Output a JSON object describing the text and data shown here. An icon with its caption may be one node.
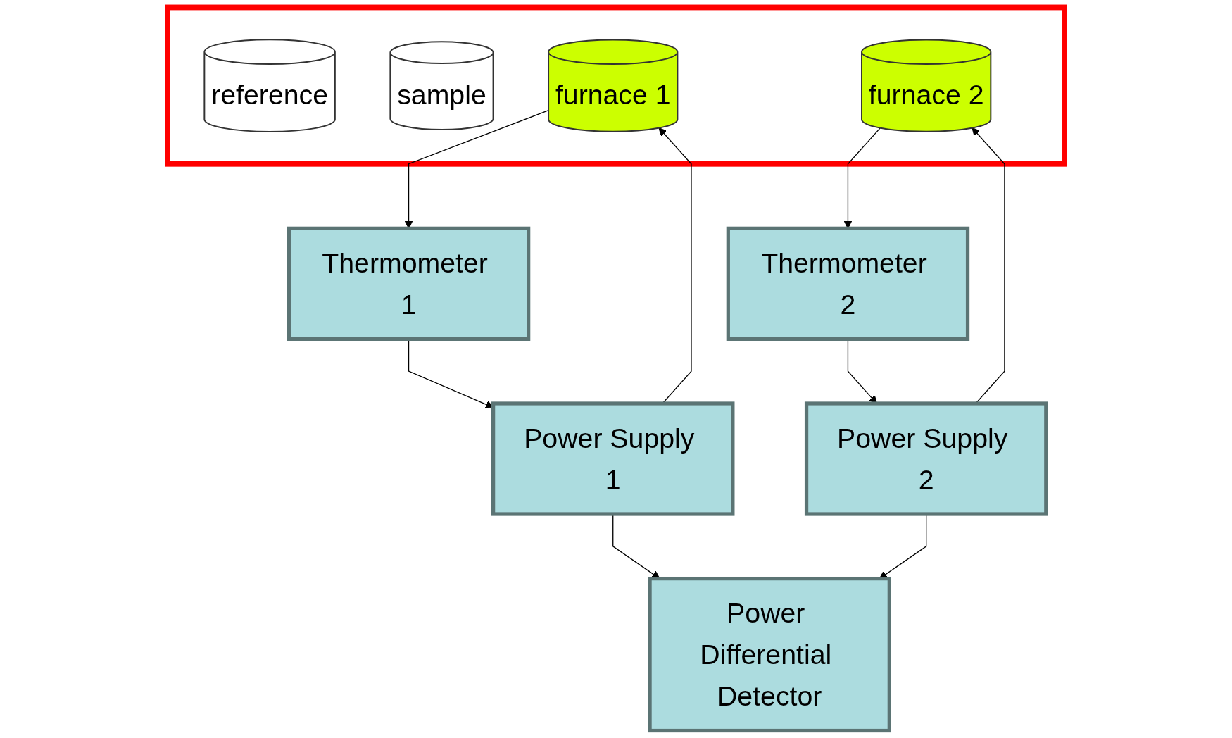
{
  "diagram": {
    "nodes": [
      {
        "text": [],
        "shape": "box"
      },
      {
        "text": [
          "reference"
        ],
        "in": 0
      },
      {
        "text": [
          "sample"
        ],
        "in": 0
      },
      {
        "text": [
          "furnace 1"
        ],
        "in": 0
      },
      {
        "text": [
          "furnace 2"
        ],
        "in": 0
      },
      {
        "text": [
          "Thermometer 1"
        ]
      },
      {
        "text": [
          "Thermometer 2"
        ]
      },
      {
        "text": [
          "Power Supply 1"
        ]
      },
      {
        "text": [
          "Power Supply 2"
        ]
      },
      {
        "text": [
          "Power Differential Detector"
        ]
      }
    ],
    "edges": [
      {
        "from": 3,
        "to": 5,
        "arrow": "to"
      },
      {
        "from": 4,
        "to": 6,
        "arrow": "to"
      },
      {
        "from": 7,
        "to": 3,
        "arrow": "to"
      },
      {
        "from": 8,
        "to": 4,
        "arrow": "to"
      },
      {
        "from": 5,
        "to": 7,
        "arrow": "to"
      },
      {
        "from": 6,
        "to": 8,
        "arrow": "to"
      },
      {
        "from": 7,
        "to": 9,
        "arrow": "to"
      },
      {
        "from": 8,
        "to": 9,
        "arrow": "to"
      }
    ]
  }
}
